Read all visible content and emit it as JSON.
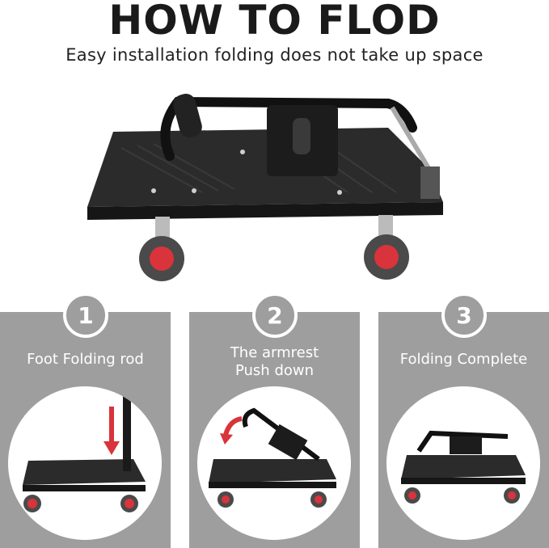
{
  "header": {
    "title": "HOW TO FLOD",
    "subtitle": "Easy installation folding does not take up space"
  },
  "steps": [
    {
      "number": "1",
      "label_lines": [
        "Foot Folding rod"
      ]
    },
    {
      "number": "2",
      "label_lines": [
        "The armrest",
        "Push down"
      ]
    },
    {
      "number": "3",
      "label_lines": [
        "Folding Complete"
      ]
    }
  ],
  "colors": {
    "panel": "#9e9e9e",
    "accent_red": "#d9333b",
    "cart_black": "#1e1e1e"
  }
}
